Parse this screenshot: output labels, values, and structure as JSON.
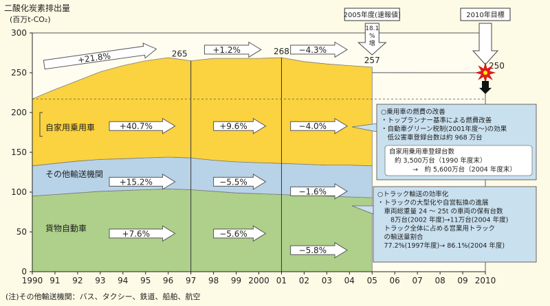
{
  "chart_data": {
    "type": "area",
    "ylabel": "二酸化炭素排出量",
    "yunit": "(百万t-CO₂)",
    "ylim": [
      0,
      300
    ],
    "yticks": [
      0,
      50,
      100,
      150,
      200,
      250,
      300
    ],
    "x_tick_labels": [
      "1990",
      "91",
      "92",
      "93",
      "94",
      "95",
      "96",
      "97",
      "98",
      "99",
      "2000",
      "01",
      "02",
      "03",
      "04",
      "05",
      "06",
      "07",
      "08",
      "09",
      "2010"
    ],
    "x": [
      1990,
      1991,
      1992,
      1993,
      1994,
      1995,
      1996,
      1997,
      1998,
      1999,
      2000,
      2001,
      2002,
      2003,
      2004,
      2005
    ],
    "series": [
      {
        "name": "貨物自動車",
        "color": "#aed08a",
        "values": [
          95,
          97,
          99,
          101,
          102,
          103,
          104,
          103,
          101,
          99,
          98,
          97,
          96,
          95,
          94,
          93
        ]
      },
      {
        "name": "その他輸送機関",
        "color": "#b8d3e8",
        "values": [
          38,
          39,
          40,
          40,
          40,
          40,
          40,
          40,
          39,
          39,
          39,
          39,
          39,
          39,
          40,
          40
        ]
      },
      {
        "name": "自家用乗用車",
        "color": "#fbd23f",
        "values": [
          84,
          93,
          101,
          110,
          117,
          122,
          125,
          122,
          128,
          130,
          131,
          133,
          129,
          127,
          125,
          124
        ]
      }
    ],
    "total_labels": [
      {
        "x": 1996.5,
        "value": "265"
      },
      {
        "x": 2001,
        "value": "268"
      },
      {
        "x": 2005,
        "value": "257"
      },
      {
        "x": 2010.5,
        "value": "250"
      }
    ],
    "target": {
      "value": 250,
      "label": "2010年目標"
    },
    "reference_line": 217,
    "period_changes": [
      {
        "band": "total",
        "label": "+21.8%",
        "x1": 1990.5,
        "x2": 1995.5,
        "y": 270
      },
      {
        "band": "total",
        "label": "+1.2%",
        "x1": 1997.6,
        "x2": 2000.1,
        "y": 279
      },
      {
        "band": "total",
        "label": "−4.3%",
        "x1": 2001.4,
        "x2": 2003.9,
        "y": 279
      },
      {
        "band": "自家用乗用車",
        "label": "+40.7%",
        "x1": 1993.4,
        "x2": 1996.3,
        "y": 183
      },
      {
        "band": "自家用乗用車",
        "label": "+9.6%",
        "x1": 1998.0,
        "x2": 2000.3,
        "y": 183
      },
      {
        "band": "自家用乗用車",
        "label": "−4.0%",
        "x1": 2001.4,
        "x2": 2003.9,
        "y": 183
      },
      {
        "band": "その他輸送機関",
        "label": "+15.2%",
        "x1": 1993.4,
        "x2": 1996.3,
        "y": 113
      },
      {
        "band": "その他輸送機関",
        "label": "−5.5%",
        "x1": 1998.0,
        "x2": 2000.3,
        "y": 113
      },
      {
        "band": "その他輸送機関",
        "label": "−1.6%",
        "x1": 2001.4,
        "x2": 2003.9,
        "y": 101
      },
      {
        "band": "貨物自動車",
        "label": "+7.6%",
        "x1": 1993.4,
        "x2": 1996.3,
        "y": 48
      },
      {
        "band": "貨物自動車",
        "label": "−5.6%",
        "x1": 1998.0,
        "x2": 2000.3,
        "y": 48
      },
      {
        "band": "貨物自動車",
        "label": "−5.8%",
        "x1": 2001.4,
        "x2": 2003.9,
        "y": 27
      }
    ],
    "callout_2005": {
      "label": "2005年度(速報値)",
      "text_lines": [
        "18.1",
        "%",
        "増"
      ]
    },
    "band_labels": [
      "自家用乗用車",
      "その他輸送機関",
      "貨物自動車"
    ],
    "note": "(注)その他輸送機関：バス、タクシー、鉄道、船舶、航空",
    "info_box_car": [
      "○乗用車の燃費の改善",
      "・トップランナー基準による燃費改善",
      "・自動車グリーン税制(2001年度〜)の効果",
      "　低公害車登録台数は約 968 万台",
      "自家用乗用車登録台数",
      "約 3,500万台（1990 年度末）",
      "→　約 5,600万台（2004 年度末）"
    ],
    "info_box_truck": [
      "○トラック輸送の効率化",
      "・トラックの大型化や自営転換の進展",
      "　車両総重量 24 〜 25t の車両の保有台数",
      "　　8万台(2002 年度)→11万台(2004 年度)",
      "　トラック全体に占める営業用トラック",
      "　の輸送量割合",
      "　77.2%(1997年度)→ 86.1%(2004 年度)"
    ]
  }
}
